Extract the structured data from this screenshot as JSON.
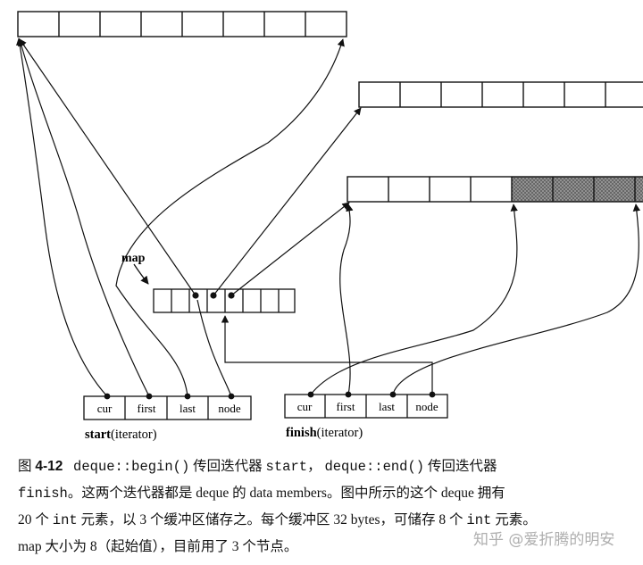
{
  "diagram": {
    "map_label": "map",
    "start_cells": [
      "cur",
      "first",
      "last",
      "node"
    ],
    "finish_cells": [
      "cur",
      "first",
      "last",
      "node"
    ],
    "start_label_bold": "start",
    "start_label_rest": "(iterator)",
    "finish_label_bold": "finish",
    "finish_label_rest": "(iterator)",
    "buffer_elements": 8,
    "map_size": 8,
    "nodes_used": 3,
    "colors": {
      "ink": "#111111",
      "shaded": "#8f8f8f"
    }
  },
  "caption": {
    "line1": {
      "fig": "图",
      "num": "4-12",
      "a": "deque::begin()",
      "b": "传回迭代器",
      "c": "start",
      "d": "，",
      "e": "deque::end()",
      "f": "传回迭代器"
    },
    "line2": {
      "a": "finish",
      "b": "。这两个迭代器都是 deque 的 data members。图中所示的这个 deque 拥有"
    },
    "line3": {
      "a": "20 个",
      "b": "int",
      "c": "元素，以 3 个缓冲区储存之。每个缓冲区 32 bytes，可储存 8 个",
      "d": "int",
      "e": "元素。"
    },
    "line4": "map 大小为 8（起始值），目前用了 3 个节点。"
  },
  "watermark": "知乎 @爱折腾的明安"
}
